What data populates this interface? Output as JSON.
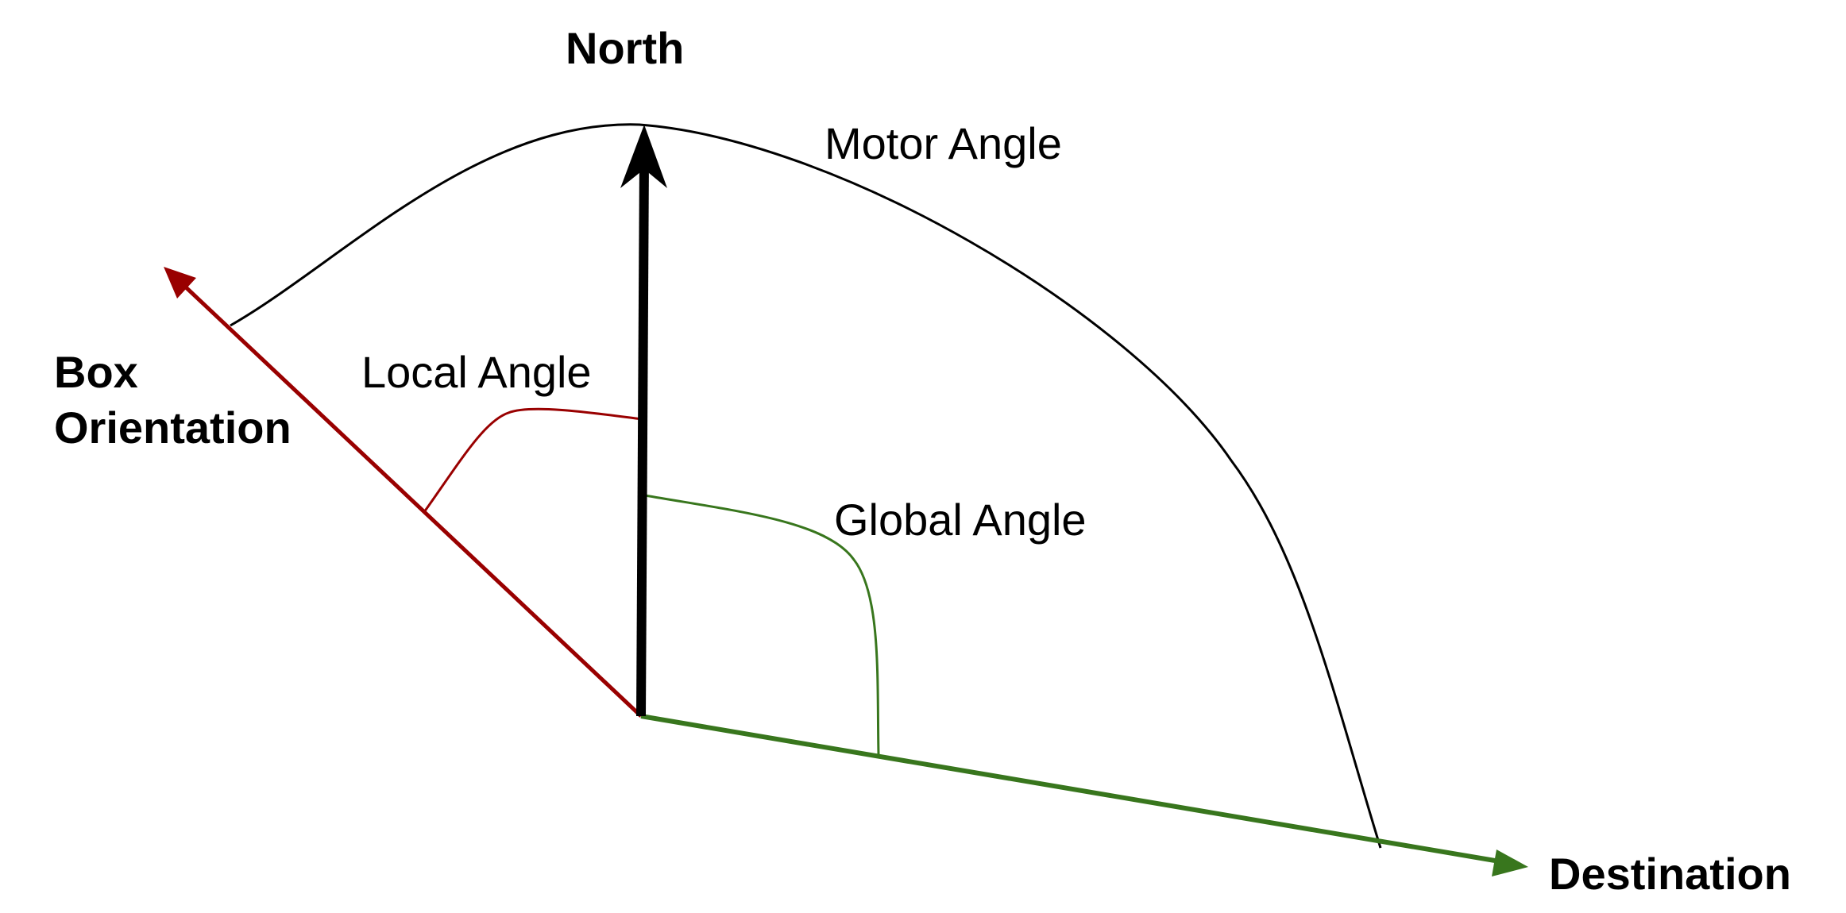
{
  "labels": {
    "north": "North",
    "motor_angle": "Motor Angle",
    "box_orientation_line1": "Box",
    "box_orientation_line2": "Orientation",
    "local_angle": "Local Angle",
    "global_angle": "Global Angle",
    "destination": "Destination"
  },
  "colors": {
    "north_arrow": "#000000",
    "box_orientation_arrow": "#990000",
    "destination_arrow": "#38761d",
    "motor_angle_arc": "#000000",
    "local_angle_arc": "#990000",
    "global_angle_arc": "#38761d"
  }
}
